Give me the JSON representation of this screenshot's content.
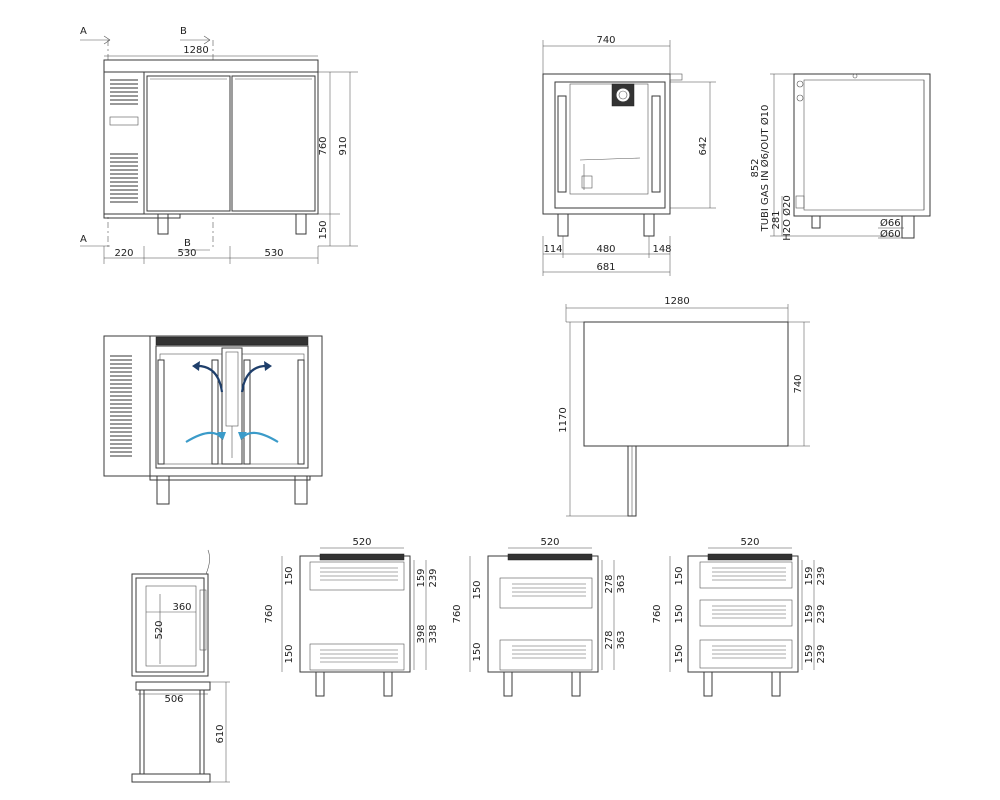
{
  "sections": {
    "A": "A",
    "B": "B"
  },
  "front_view": {
    "width": "1280",
    "door_height": "760",
    "total_height": "910",
    "leg_height": "150",
    "seg_left": "220",
    "seg_mid": "530",
    "seg_right": "530"
  },
  "section_view": {
    "width_top": "740",
    "inner_height": "642",
    "bottom_left": "114",
    "bottom_mid": "480",
    "bottom_right": "148",
    "depth": "681"
  },
  "side_view": {
    "height": "852",
    "gas_label": "TUBI GAS IN Ø6/OUT Ø10",
    "h2o_height": "281",
    "h2o_label": "H2O Ø20",
    "diam_a": "Ø66",
    "diam_b": "Ø60"
  },
  "plan_view": {
    "width": "1280",
    "depth": "740",
    "overall": "1170"
  },
  "tray_view": {
    "width": "360",
    "depth": "520",
    "stand_width": "506",
    "stand_height": "610"
  },
  "drawer_views": [
    {
      "width": "520",
      "height": "760",
      "left_top": "150",
      "left_bottom": "150",
      "right": [
        "159",
        "239",
        "398",
        "338"
      ]
    },
    {
      "width": "520",
      "height": "760",
      "left_top": "150",
      "left_bottom": "150",
      "right": [
        "278",
        "363",
        "278",
        "363"
      ]
    },
    {
      "width": "520",
      "height": "760",
      "left": [
        "150",
        "150",
        "150"
      ],
      "right": [
        "159",
        "239",
        "159",
        "239",
        "159",
        "239"
      ]
    }
  ]
}
